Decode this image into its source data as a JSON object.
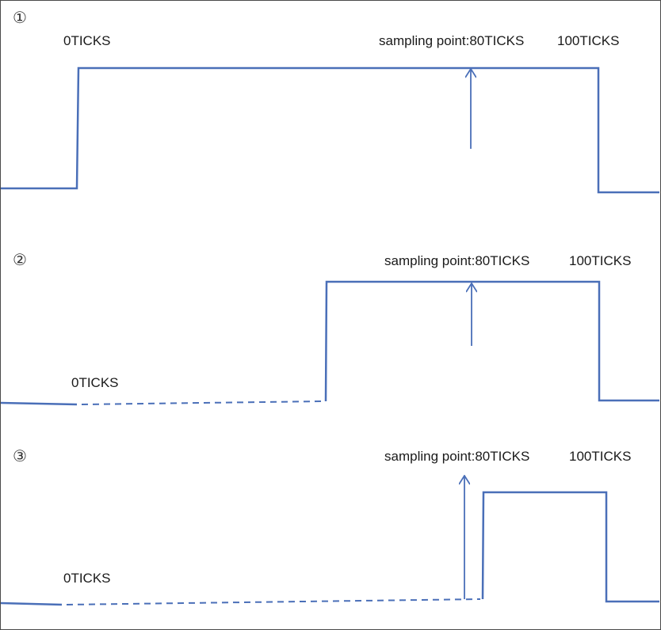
{
  "panels": [
    {
      "number": "①",
      "start_label": "0TICKS",
      "sample_label": "sampling point:80TICKS",
      "end_label": "100TICKS"
    },
    {
      "number": "②",
      "start_label": "0TICKS",
      "sample_label": "sampling point:80TICKS",
      "end_label": "100TICKS"
    },
    {
      "number": "③",
      "start_label": "0TICKS",
      "sample_label": "sampling point:80TICKS",
      "end_label": "100TICKS"
    }
  ],
  "colors": {
    "signal": "#4a6fb8",
    "text": "#1a1a1a",
    "border": "#4a4a4a"
  }
}
